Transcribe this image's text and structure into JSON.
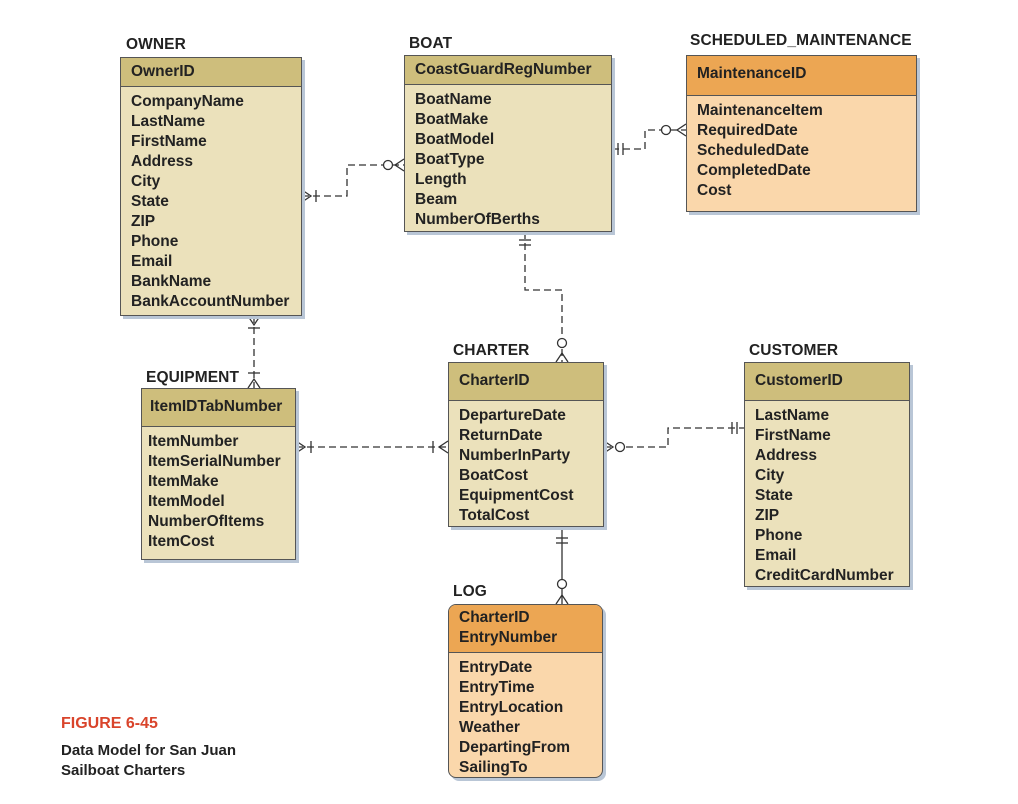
{
  "figure": {
    "number": "FIGURE 6-45",
    "caption": "Data Model for San Juan Sailboat Charters"
  },
  "entities": {
    "owner": {
      "name": "OWNER",
      "key": [
        "OwnerID"
      ],
      "attributes": [
        "CompanyName",
        "LastName",
        "FirstName",
        "Address",
        "City",
        "State",
        "ZIP",
        "Phone",
        "Email",
        "BankName",
        "BankAccountNumber"
      ]
    },
    "boat": {
      "name": "BOAT",
      "key": [
        "CoastGuardRegNumber"
      ],
      "attributes": [
        "BoatName",
        "BoatMake",
        "BoatModel",
        "BoatType",
        "Length",
        "Beam",
        "NumberOfBerths"
      ]
    },
    "scheduled_maintenance": {
      "name": "SCHEDULED_MAINTENANCE",
      "key": [
        "MaintenanceID"
      ],
      "attributes": [
        "MaintenanceItem",
        "RequiredDate",
        "ScheduledDate",
        "CompletedDate",
        "Cost"
      ]
    },
    "equipment": {
      "name": "EQUIPMENT",
      "key": [
        "ItemIDTabNumber"
      ],
      "attributes": [
        "ItemNumber",
        "ItemSerialNumber",
        "ItemMake",
        "ItemModel",
        "NumberOfItems",
        "ItemCost"
      ]
    },
    "charter": {
      "name": "CHARTER",
      "key": [
        "CharterID"
      ],
      "attributes": [
        "DepartureDate",
        "ReturnDate",
        "NumberInParty",
        "BoatCost",
        "EquipmentCost",
        "TotalCost"
      ]
    },
    "customer": {
      "name": "CUSTOMER",
      "key": [
        "CustomerID"
      ],
      "attributes": [
        "LastName",
        "FirstName",
        "Address",
        "City",
        "State",
        "ZIP",
        "Phone",
        "Email",
        "CreditCardNumber"
      ]
    },
    "log": {
      "name": "LOG",
      "key": [
        "CharterID",
        "EntryNumber"
      ],
      "attributes": [
        "EntryDate",
        "EntryTime",
        "EntryLocation",
        "Weather",
        "DepartingFrom",
        "SailingTo"
      ]
    }
  },
  "colors": {
    "strong_entity_body": "#ebe1bb",
    "strong_entity_key": "#cebe7c",
    "weak_entity_body": "#fad7ab",
    "weak_entity_key": "#eca653",
    "figure_number": "#d9442b"
  }
}
